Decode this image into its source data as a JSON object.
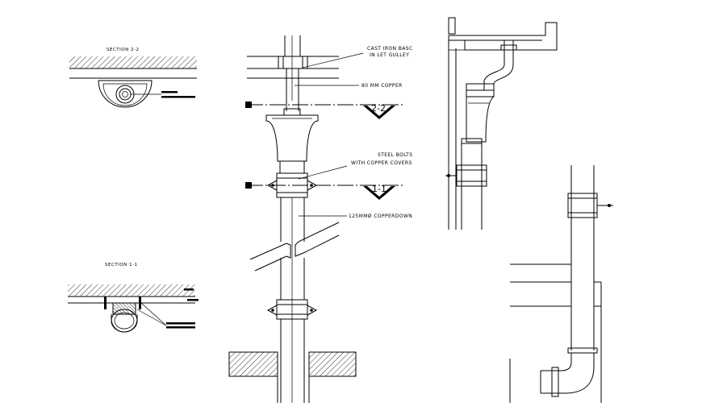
{
  "sections": {
    "section_2_2_title": "SECTION 2-2",
    "section_1_1_title": "SECTION 1-1"
  },
  "callouts": {
    "cast_iron_line1": "CAST IRON BASC",
    "cast_iron_line2": "IN LET GULLEY",
    "copper_pipe": "80 MM COPPER",
    "steel_bolts_line1": "STEEL BOLTS",
    "steel_bolts_line2": "WITH COPPER COVERS",
    "downpipe": "125MMØ COPPERDOWN"
  },
  "section_marks": {
    "mark_2_2": "2-2",
    "mark_1_1": "1-1"
  },
  "colors": {
    "ink": "#000000",
    "paper": "#ffffff"
  }
}
